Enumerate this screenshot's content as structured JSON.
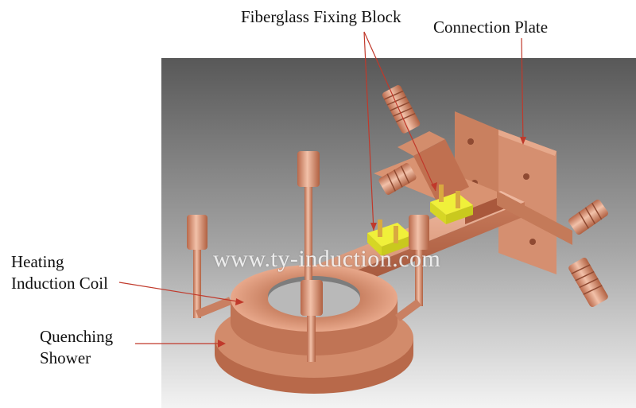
{
  "labels": {
    "fiberglass_fixing_block": "Fiberglass Fixing Block",
    "connection_plate": "Connection Plate",
    "heating_induction_coil": [
      "Heating",
      "Induction Coil"
    ],
    "quenching_shower": [
      "Quenching",
      "Shower"
    ]
  },
  "watermark": "www.ty-induction.com",
  "colors": {
    "copper": "#d98f6e",
    "copper_dark": "#a8553a",
    "copper_light": "#f0bba3",
    "fiberglass_block": "#e8e82a",
    "leader_line": "#c0392b",
    "background_top": "#5a5a5a",
    "background_bottom": "#f2f2f2"
  }
}
